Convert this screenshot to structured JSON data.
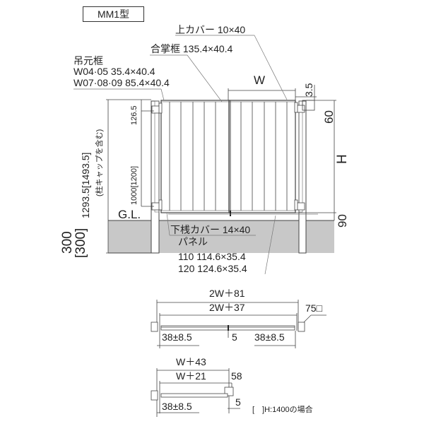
{
  "title": "MM1型",
  "labels": {
    "top_cover": "上カバー 10×40",
    "center_frame": "合掌框 135.4×40.4",
    "hinge_frame_title": "吊元框",
    "hinge_frame_w0405": "W04·05        35.4×40.4",
    "hinge_frame_w070809": "W07·08·09 85.4×40.4",
    "bottom_cover": "下桟カバー 14×40",
    "panel_title": "パネル",
    "panel_110": "110 114.6×35.4",
    "panel_120": "120 124.6×35.4",
    "ground_level": "G.L.",
    "note": "[　]H:1400の場合"
  },
  "dimensions": {
    "width_W": "W",
    "top_gap": "3.5",
    "post_top": "60",
    "height_H": "H",
    "bottom_gap": "90",
    "hinge_top_offset": "126.5",
    "hinge_spacing": "1000[1200]",
    "post_height": "1293.5[1493.5]",
    "post_height_note": "(柱キャップを含む)",
    "embed_depth": "300",
    "embed_depth_alt": "[300]",
    "double_outer": "2W＋81",
    "double_inner": "2W＋37",
    "post_size": "75□",
    "double_left_swing": "38±8.5",
    "double_right_swing": "38±8.5",
    "double_center_gap": "5",
    "single_outer": "W＋43",
    "single_inner": "W＋21",
    "single_post_offset": "58",
    "single_swing": "38±8.5",
    "single_gap": "5"
  },
  "colors": {
    "line": "#333333",
    "ground_fill": "#c8c8c8",
    "leader": "#777777"
  }
}
